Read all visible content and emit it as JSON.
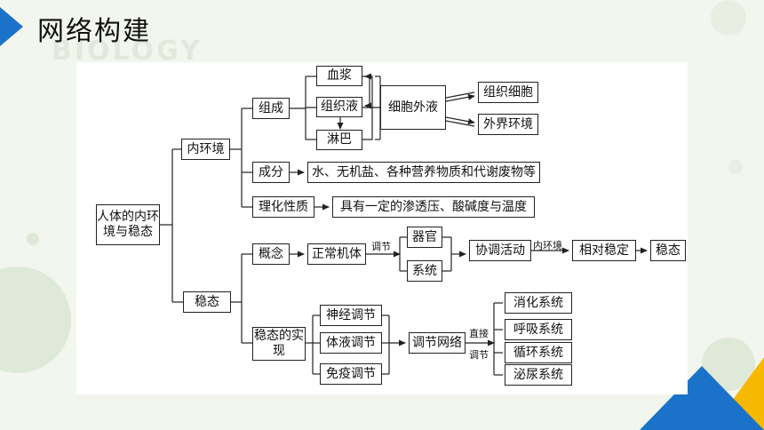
{
  "header": {
    "title": "网络构建",
    "watermark": "BIOLOGY"
  },
  "diagram": {
    "root": "人体的内环境与稳态",
    "internal_env": "内环境",
    "composition": "组成",
    "plasma": "血浆",
    "tissue_fluid": "组织液",
    "lymph": "淋巴",
    "extracellular_fluid": "细胞外液",
    "tissue_cells": "组织细胞",
    "external_env": "外界环境",
    "components": "成分",
    "components_detail": "水、无机盐、各种营养物质和代谢废物等",
    "physchem": "理化性质",
    "physchem_detail": "具有一定的渗透压、酸碱度与温度",
    "homeostasis": "稳态",
    "concept": "概念",
    "normal_body": "正常机体",
    "regulate": "调节",
    "organ": "器官",
    "system": "系统",
    "coordinate": "协调活动",
    "internal_env_label": "内环境",
    "relative_stable": "相对稳定",
    "homeostasis_end": "稳态",
    "realization": "稳态的实现",
    "nervous_reg": "神经调节",
    "humoral_reg": "体液调节",
    "immune_reg": "免疫调节",
    "reg_network": "调节网络",
    "direct": "直接",
    "regulate2": "调节",
    "digestive": "消化系统",
    "respiratory": "呼吸系统",
    "circulatory": "循环系统",
    "urinary": "泌尿系统"
  },
  "colors": {
    "accent_blue": "#1a73c9",
    "accent_yellow": "#f6b800",
    "bg": "#f2f6ee"
  }
}
